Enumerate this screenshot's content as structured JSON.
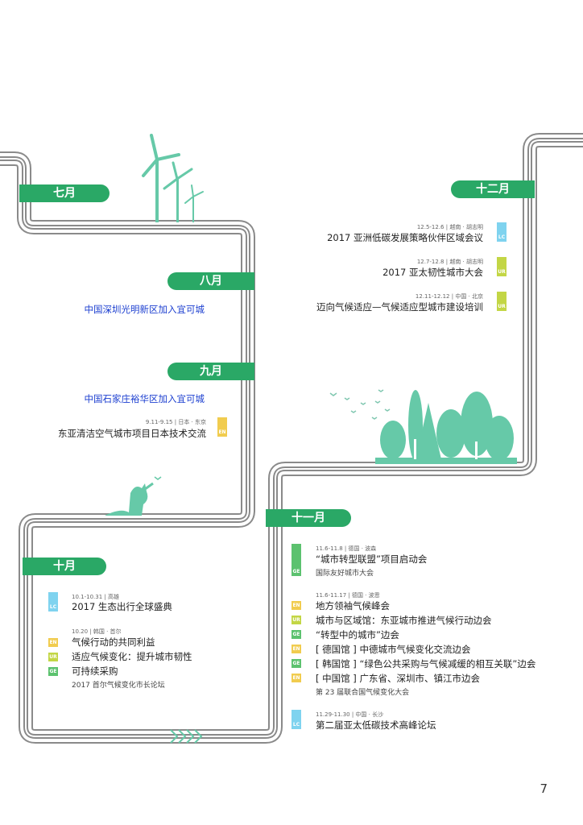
{
  "colors": {
    "green": "#2aa866",
    "blue": "#1c3fd0",
    "LC": "#7fd3ef",
    "UR": "#c3d645",
    "EN": "#f1cc4f",
    "GE": "#5cc26f",
    "road": "#888888"
  },
  "months": {
    "jul": "七月",
    "aug": "八月",
    "sep": "九月",
    "oct": "十月",
    "nov": "十一月",
    "dec": "十二月"
  },
  "dec": [
    {
      "meta": "12.5-12.6 | 越南 · 胡志明",
      "title": "2017 亚洲低碳发展策略伙伴区域会议",
      "badge": "LC"
    },
    {
      "meta": "12.7-12.8 | 越南 · 胡志明",
      "title": "2017 亚太韧性城市大会",
      "badge": "UR"
    },
    {
      "meta": "12.11-12.12 | 中国 · 北京",
      "title": "迈向气候适应—气候适应型城市建设培训",
      "badge": "UR"
    }
  ],
  "aug": {
    "title": "中国深圳光明新区加入宜可城"
  },
  "sep": {
    "title1": "中国石家庄裕华区加入宜可城",
    "meta": "9.11-9.15 | 日本 · 东京",
    "title2": "东亚清洁空气城市项目日本技术交流",
    "badge": "EN"
  },
  "oct": {
    "meta1": "10.1-10.31 | 高雄",
    "title1": "2017 生态出行全球盛典",
    "badge1": "LC",
    "meta2": "10.20 | 韩国 · 首尔",
    "items": [
      {
        "badge": "EN",
        "title": "气候行动的共同利益"
      },
      {
        "badge": "UR",
        "title": "适应气候变化：提升城市韧性"
      },
      {
        "badge": "GE",
        "title": "可持续采购"
      }
    ],
    "sub": "2017 首尔气候变化市长论坛"
  },
  "nov": {
    "meta1": "11.6-11.8 | 德国 · 波森",
    "title1": "“城市转型联盟”项目启动会",
    "sub1": "国际友好城市大会",
    "badge1": "GE",
    "meta2": "11.6-11.17 | 德国 · 波恩",
    "items": [
      {
        "badge": "EN",
        "title": "地方领袖气候峰会"
      },
      {
        "badge": "UR",
        "title": "城市与区域馆：东亚城市推进气候行动边会"
      },
      {
        "badge": "GE",
        "title": "“转型中的城市”边会"
      },
      {
        "badge": "EN",
        "title": "[ 德国馆 ] 中德城市气候变化交流边会"
      },
      {
        "badge": "GE",
        "title": "[ 韩国馆 ] “绿色公共采购与气候减缓的相互关联”边会"
      },
      {
        "badge": "EN",
        "title": "[ 中国馆 ] 广东省、深圳市、镇江市边会"
      }
    ],
    "sub2": "第 23 届联合国气候变化大会",
    "meta3": "11.29-11.30 | 中国 · 长沙",
    "title3": "第二届亚太低碳技术高峰论坛",
    "badge3": "LC"
  },
  "page_number": "7"
}
